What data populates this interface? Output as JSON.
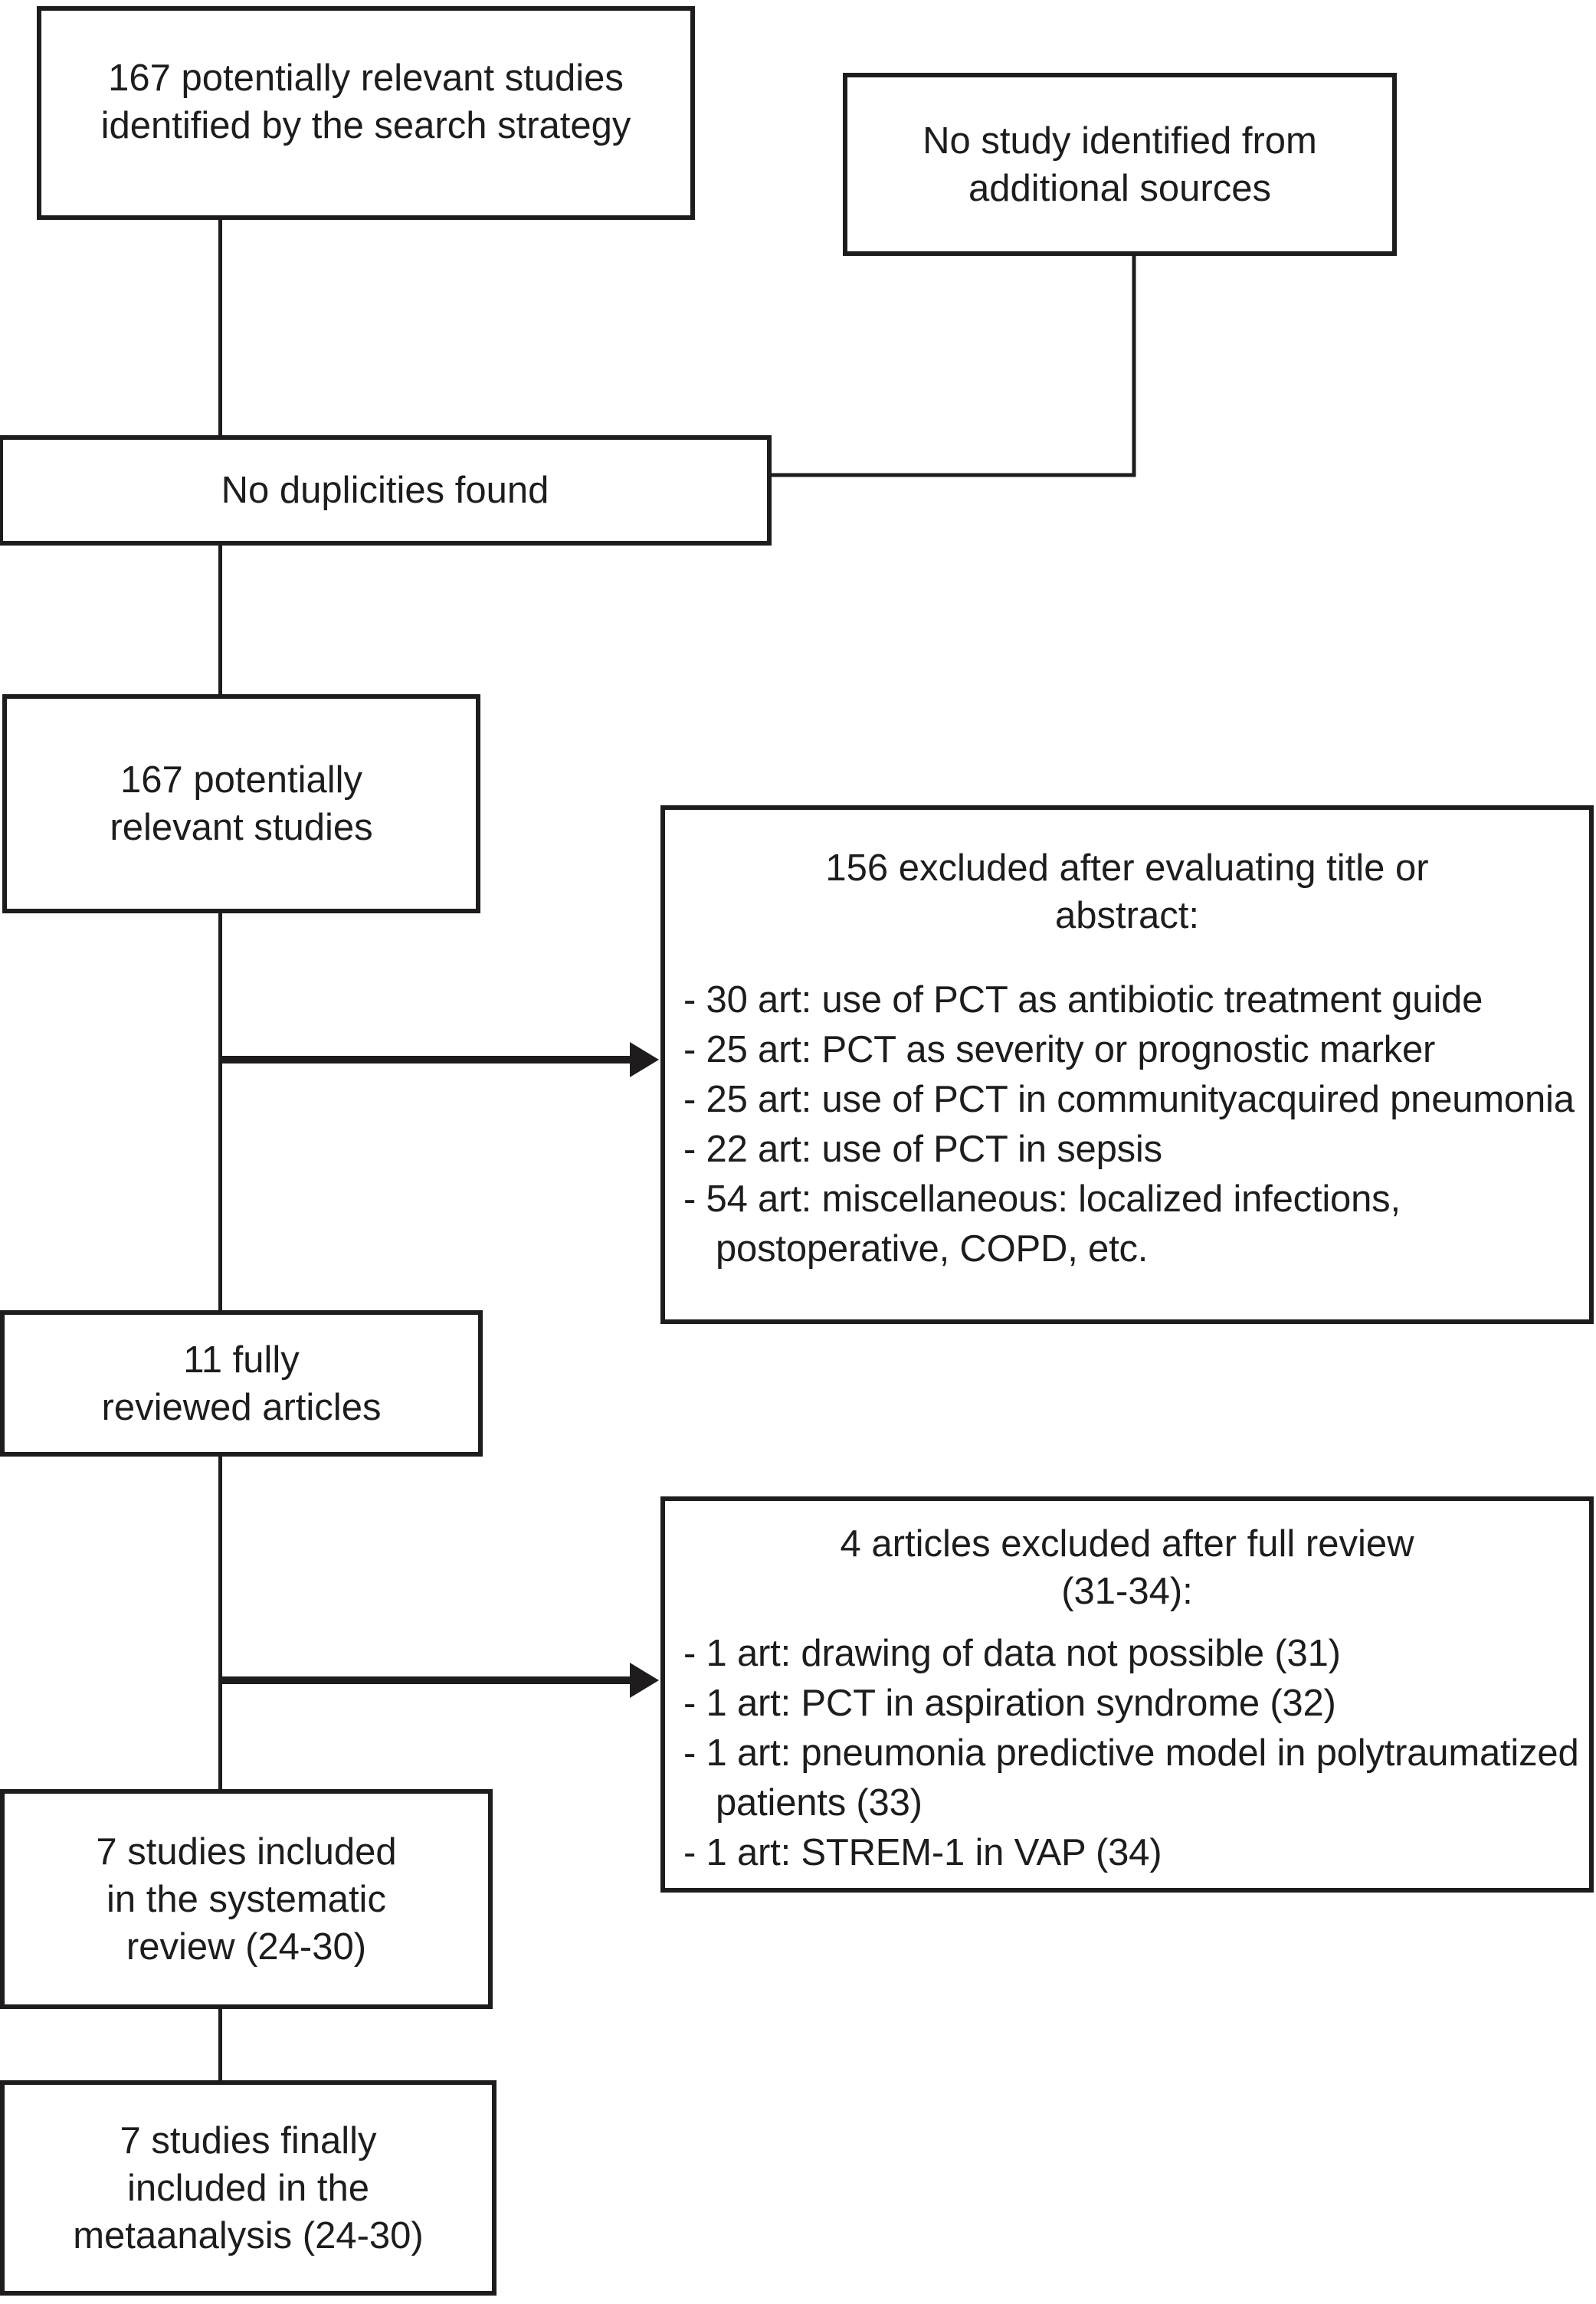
{
  "figure": {
    "type": "study-selection-flow-diagram",
    "background_color": "#ffffff",
    "line_color": "#1e1c1c"
  },
  "boxes": {
    "identified": {
      "lines": [
        "167 potentially relevant studies",
        "identified by the search strategy"
      ]
    },
    "additional": {
      "lines": [
        "No study identified from",
        "additional sources"
      ]
    },
    "duplicities": {
      "lines": [
        "No duplicities found"
      ]
    },
    "relevant": {
      "lines": [
        "167 potentially",
        "relevant studies"
      ]
    },
    "excluded_abstract": {
      "title_lines": [
        "156 excluded after evaluating title or",
        "abstract:"
      ],
      "items": [
        "- 30 art: use of PCT as antibiotic treatment guide",
        "- 25 art: PCT as severity or prognostic marker",
        "- 25 art: use of PCT in communityacquired pneumonia",
        "- 22 art: use of PCT in sepsis",
        "- 54 art: miscellaneous: localized infections, postoperative, COPD, etc."
      ]
    },
    "reviewed": {
      "lines": [
        "11 fully",
        "reviewed articles"
      ]
    },
    "excluded_full": {
      "title_lines": [
        "4 articles excluded after full review",
        "(31-34):"
      ],
      "items": [
        "- 1 art: drawing of data not possible (31)",
        "- 1 art: PCT in aspiration syndrome (32)",
        "- 1 art: pneumonia predictive model in polytraumatized patients (33)",
        "- 1 art: STREM-1 in VAP (34)"
      ]
    },
    "systematic": {
      "lines": [
        "7 studies included",
        "in the systematic",
        "review (24-30)"
      ]
    },
    "meta": {
      "lines": [
        "7 studies finally",
        "included in the",
        "metaanalysis (24-30)"
      ]
    }
  }
}
